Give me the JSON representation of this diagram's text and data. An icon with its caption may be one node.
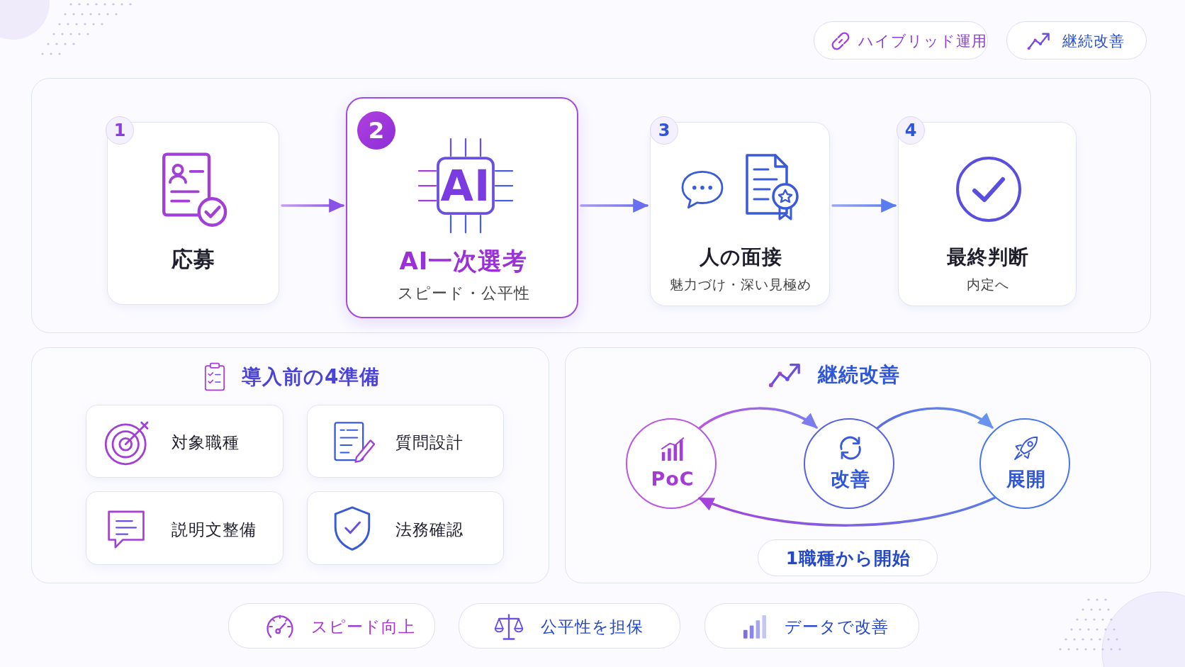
{
  "diagram": {
    "nodes": [
      {
        "text": [
          "ハイブリッド運用"
        ]
      },
      {
        "text": [
          "継続改善"
        ]
      },
      {
        "text": [
          "1",
          "応募"
        ]
      },
      {
        "text": [
          "2",
          "AI",
          "AI一次選考",
          "スピード・公平性"
        ]
      },
      {
        "text": [
          "3",
          "人の面接",
          "魅力づけ・深い見極め"
        ]
      },
      {
        "text": [
          "4",
          "最終判断",
          "内定へ"
        ]
      },
      {
        "text": [
          "導入前の4準備"
        ]
      },
      {
        "text": [
          "対象職種"
        ],
        "in": 6
      },
      {
        "text": [
          "質問設計"
        ],
        "in": 6
      },
      {
        "text": [
          "説明文整備"
        ],
        "in": 6
      },
      {
        "text": [
          "法務確認"
        ],
        "in": 6
      },
      {
        "text": [
          "継続改善"
        ]
      },
      {
        "text": [
          "PoC"
        ],
        "in": 11
      },
      {
        "text": [
          "改善"
        ],
        "in": 11
      },
      {
        "text": [
          "展開"
        ],
        "in": 11
      },
      {
        "text": [
          "1職種から開始"
        ],
        "in": 11
      },
      {
        "text": [
          "スピード向上"
        ]
      },
      {
        "text": [
          "公平性を担保"
        ]
      },
      {
        "text": [
          "データで改善"
        ]
      }
    ],
    "edges": [
      {
        "from": 2,
        "to": 3,
        "arrow": "to"
      },
      {
        "from": 3,
        "to": 4,
        "arrow": "to"
      },
      {
        "from": 4,
        "to": 5,
        "arrow": "to"
      },
      {
        "from": 12,
        "to": 13,
        "arrow": "to"
      },
      {
        "from": 13,
        "to": 14,
        "arrow": "to"
      },
      {
        "from": 14,
        "to": 12,
        "arrow": "to"
      }
    ]
  }
}
